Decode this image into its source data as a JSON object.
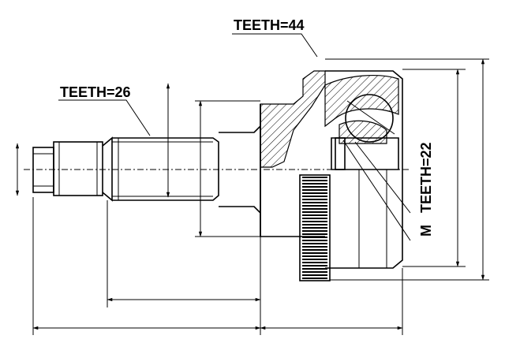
{
  "labels": {
    "teeth_outer": "TEETH=44",
    "teeth_inner": "TEETH=26",
    "teeth_cage": "TEETH=22",
    "thread": "M"
  }
}
